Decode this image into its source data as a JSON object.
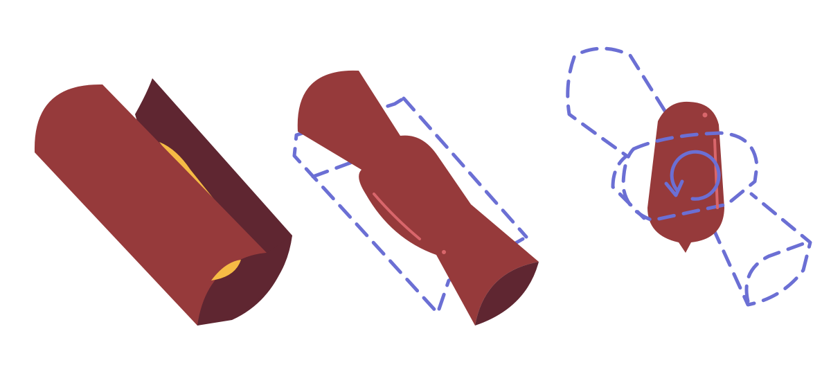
{
  "colors": {
    "body": "#963a3b",
    "shadow": "#5f2631",
    "filling": "#f6bb45",
    "highlight": "#d9666b",
    "guide": "#6b6fd4",
    "background": "#ffffff"
  },
  "figures": [
    {
      "name": "opened-cylinder"
    },
    {
      "name": "twisted-cylinder"
    },
    {
      "name": "rotating-capsule",
      "icon": "rotate-icon"
    }
  ]
}
